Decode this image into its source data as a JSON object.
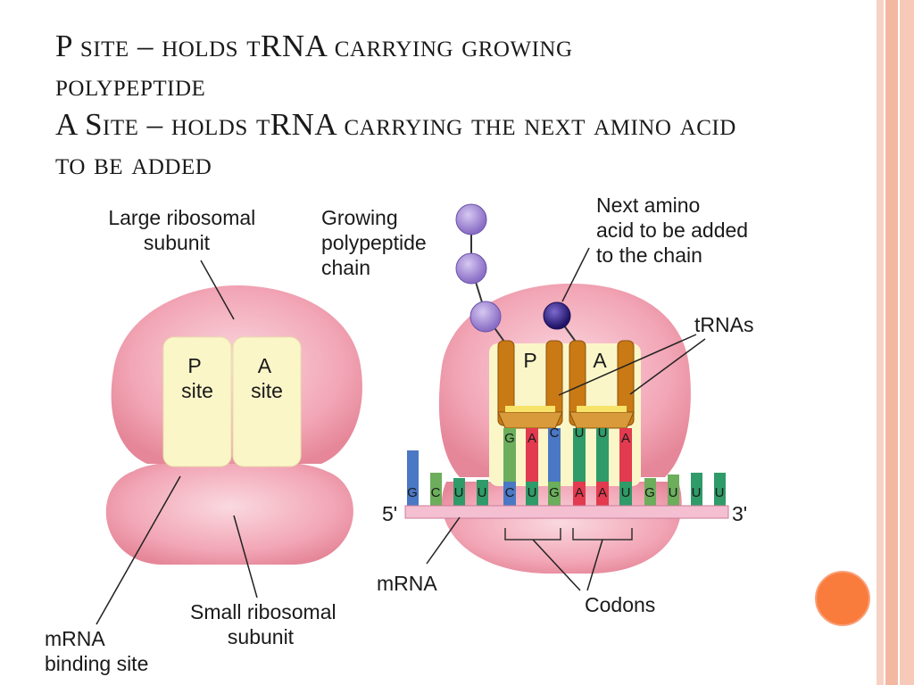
{
  "slide": {
    "title_lines": [
      "P site – holds tRNA carrying growing",
      "polypeptide",
      "A Site – holds tRNA carrying the next amino acid",
      "to be added"
    ]
  },
  "diagram": {
    "left": {
      "large_subunit_label": [
        "Large ribosomal",
        "subunit"
      ],
      "p_site_label": [
        "P",
        "site"
      ],
      "a_site_label": [
        "A",
        "site"
      ],
      "small_subunit_label": [
        "Small ribosomal",
        "subunit"
      ],
      "mrna_binding_label": [
        "mRNA",
        "binding site"
      ]
    },
    "right": {
      "growing_chain_label": [
        "Growing",
        "polypeptide",
        "chain"
      ],
      "next_amino_label": [
        "Next amino",
        "acid to be added",
        "to the chain"
      ],
      "trnas_label": "tRNAs",
      "p_label": "P",
      "a_label": "A",
      "anticodons": [
        "G",
        "A",
        "C",
        "U",
        "U",
        "A"
      ],
      "mrna_bases": [
        "G",
        "C",
        "U",
        "U",
        "C",
        "U",
        "G",
        "A",
        "A",
        "U",
        "G",
        "U",
        "U",
        "U"
      ],
      "five_prime": "5'",
      "three_prime": "3'",
      "mrna_label": "mRNA",
      "codons_label": "Codons"
    }
  },
  "colors": {
    "stripe_1": "#f6d2c4",
    "stripe_2": "#f3b8a2",
    "stripe_3": "#f6c9b8",
    "ribosome_pink": "#f2a6b6",
    "site_cream": "#fbf6c8",
    "trna_orange": "#c97a14",
    "amino_purple": "#a48ad6",
    "next_amino": "#3a2a8e",
    "accent_circle": "#f97c3c",
    "base_A": "#e23a4f",
    "base_C": "#4a78c4",
    "base_G": "#6cae5c",
    "base_U": "#2f9b68"
  }
}
